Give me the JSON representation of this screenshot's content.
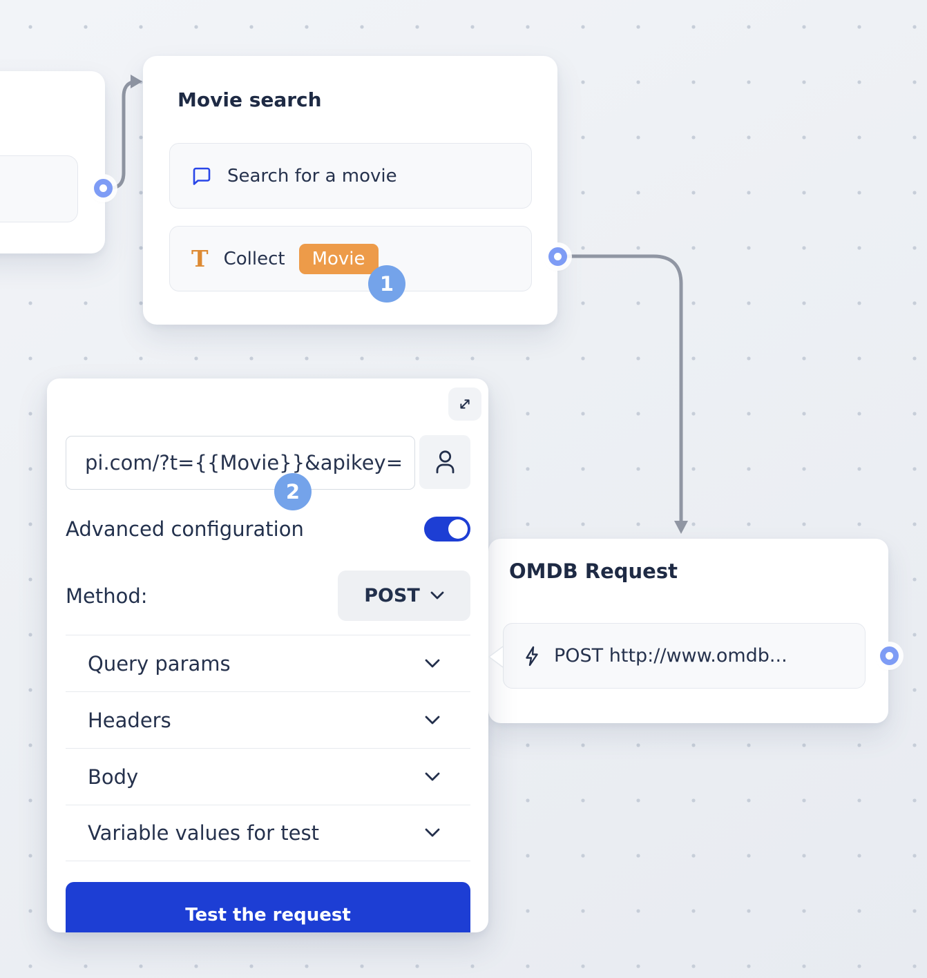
{
  "canvas": {
    "background_dot_color": "#c7ced9",
    "connector_color": "#9096a3"
  },
  "colors": {
    "primary_blue": "#1d3ed4",
    "step_badge_blue": "#74a3ea",
    "port_blue": "#7e9cf5",
    "variable_orange": "#ed9b49",
    "text_navy": "#25314c"
  },
  "nodes": {
    "movie_search": {
      "title": "Movie search",
      "items": [
        {
          "icon": "chat-bubble-icon",
          "label": "Search for a movie"
        },
        {
          "icon": "text-T-icon",
          "label": "Collect",
          "variable": "Movie"
        }
      ],
      "step_badge": "1"
    },
    "omdb_request": {
      "title": "OMDB Request",
      "item": {
        "icon": "lightning-icon",
        "label": "POST http://www.omdb..."
      }
    }
  },
  "config_panel": {
    "step_badge": "2",
    "expand_icon": "expand-icon",
    "url_input": {
      "value": "pi.com/?t={{Movie}}&apikey="
    },
    "user_button_icon": "user-icon",
    "advanced_configuration_label": "Advanced configuration",
    "advanced_configuration_enabled": true,
    "method_label": "Method:",
    "method_value": "POST",
    "sections": [
      {
        "label": "Query params"
      },
      {
        "label": "Headers"
      },
      {
        "label": "Body"
      },
      {
        "label": "Variable values for test"
      }
    ],
    "test_button_label": "Test the request"
  }
}
